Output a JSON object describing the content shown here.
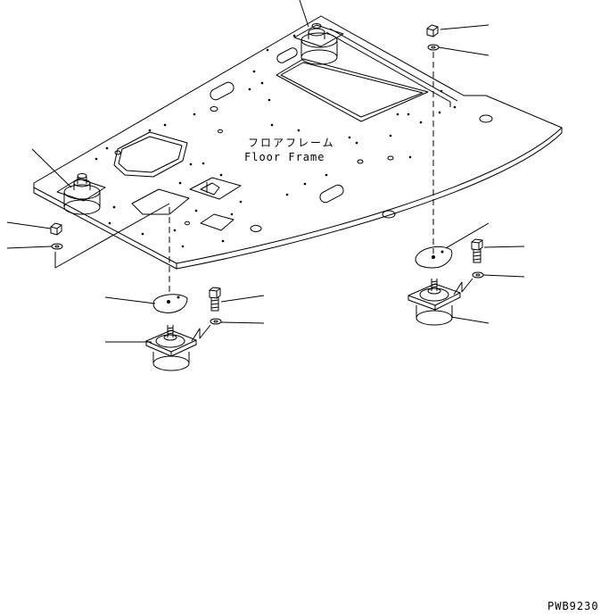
{
  "diagram": {
    "title_jp": "フロアフレーム",
    "title_en": "Floor Frame",
    "drawing_code": "PWB9230"
  },
  "colors": {
    "line": "#000000",
    "background": "#ffffff"
  }
}
